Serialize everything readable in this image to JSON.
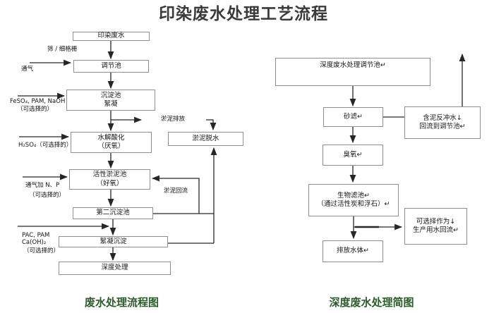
{
  "title": "印染废水处理工艺流程",
  "left_chart": {
    "caption": "废水处理流程图",
    "nodes": {
      "influent": "印染废水",
      "regulating_tank": "调节池",
      "sedimentation_tank": "沉淀池\n絮凝",
      "hydrolysis": "水解酸化\n（厌氧）",
      "activated_sludge": "活性淤泥池\n（好氧）",
      "secondary_sedimentation": "第二沉淀池",
      "coagulation_sedimentation": "絮凝沉淀",
      "advanced_treatment": "深度处理",
      "sludge_dewatering": "淤泥脱水"
    },
    "labels": {
      "screen": "筛 / 细格栅",
      "aeration": "通气",
      "chem_feso4": "FeSO₄, PAM, NaOH",
      "chem_feso4_note": "（可选择的）",
      "chem_h2so4": "H₂SO₄（可选择的）",
      "chem_np": "通气加 N、P",
      "chem_np_note": "（可选择的）",
      "chem_pac_line1": "PAC, PAM",
      "chem_pac_line2": "Ca(OH)₂",
      "chem_pac_note": "（可选择的）",
      "sludge_discharge": "淤泥排放",
      "sludge_return": "淤泥回流"
    }
  },
  "right_chart": {
    "caption": "深度废水处理简图",
    "nodes": {
      "regulating_tank": "深度废水处理调节池↵",
      "sand_filter": "砂滤↵",
      "backwash": "含泥反冲水↓\n回流到调节池↵",
      "ozone": "臭氧↵",
      "biofilter": "生物滤池↵\n（通过活性炭和浮石）↵",
      "reuse": "可选择作为↓\n生产用水回流↵",
      "discharge": "排放水体↵"
    }
  },
  "colors": {
    "caption_green": "#2a5c2a",
    "title_color": "#3a3a3a",
    "box_border": "#8f8f8f",
    "line_color": "#262626"
  }
}
